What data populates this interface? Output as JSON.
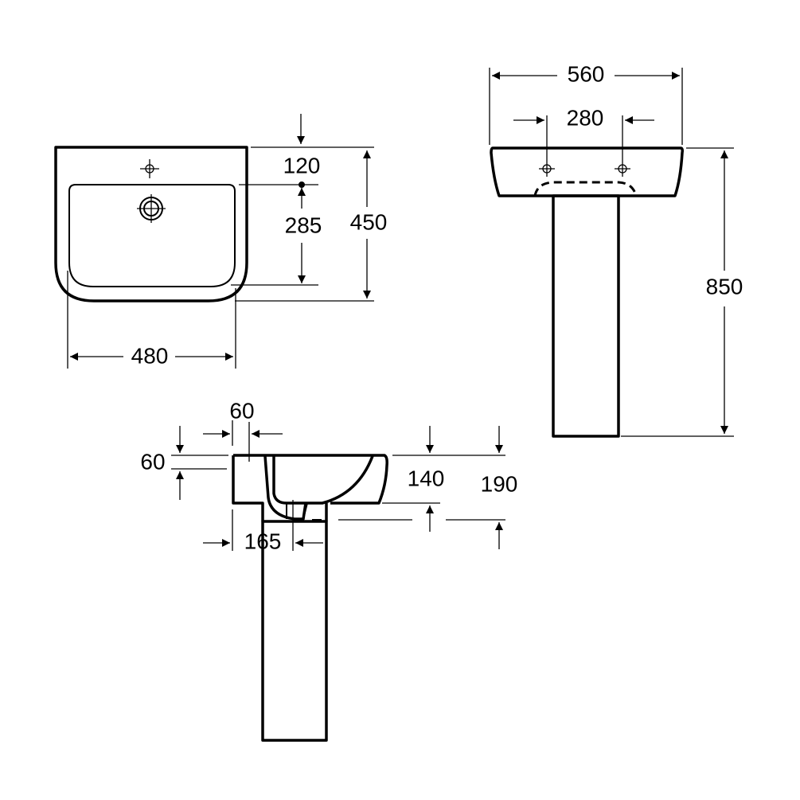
{
  "views": {
    "top_view": {
      "width": "480",
      "depth": "450",
      "tap_hole_offset": "120",
      "waste_offset": "285"
    },
    "front_view": {
      "overall_width": "560",
      "tap_hole_spacing": "280",
      "overall_height": "850"
    },
    "side_view": {
      "back_offset": "60",
      "rim_thickness": "60",
      "bowl_depth": "140",
      "total_depth": "190",
      "waste_offset": "165"
    }
  },
  "colors": {
    "line": "#000000",
    "background": "#ffffff"
  }
}
